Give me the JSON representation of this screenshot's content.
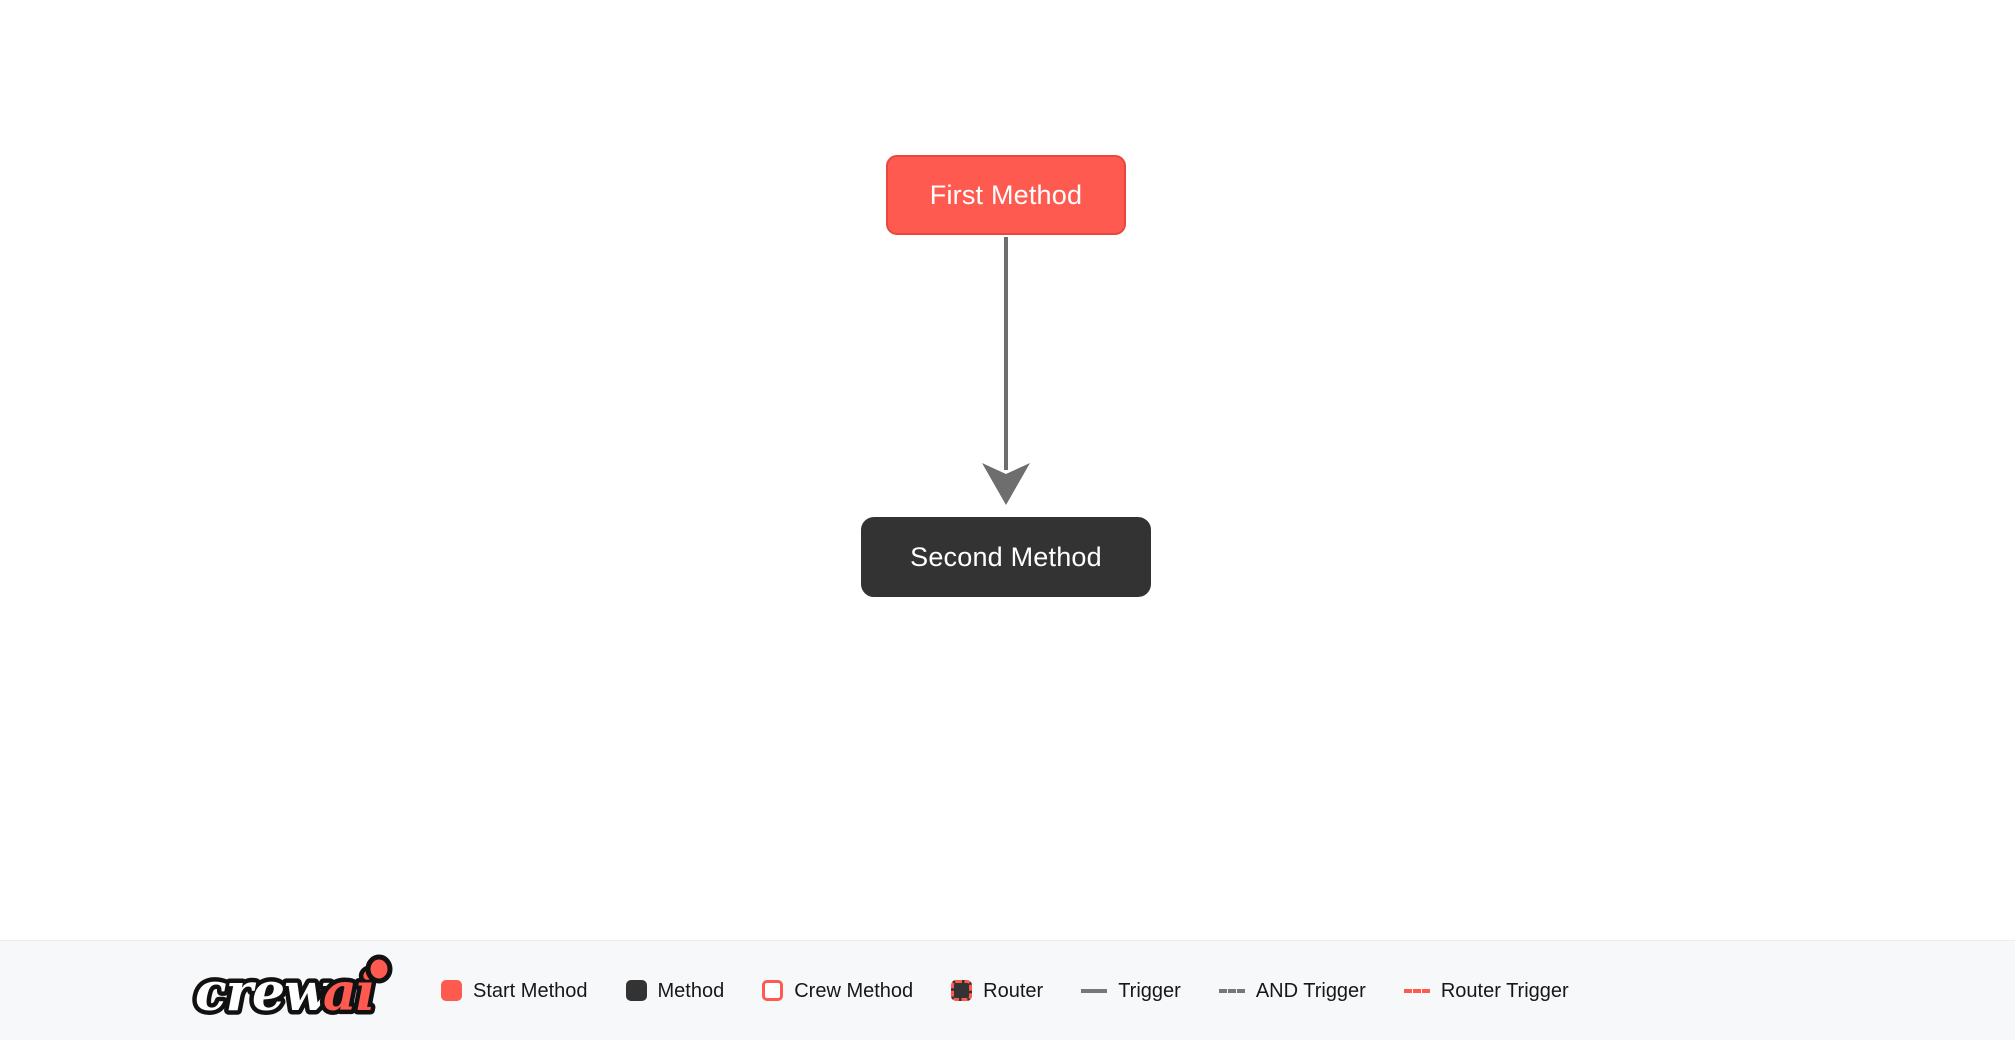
{
  "canvas": {
    "background": "#FFFFFF",
    "nodes": [
      {
        "id": "first-method",
        "label": "First Method",
        "type": "start-method",
        "fill": "#FF5A50",
        "text_color": "#FFFFFF"
      },
      {
        "id": "second-method",
        "label": "Second Method",
        "type": "method",
        "fill": "#333333",
        "text_color": "#FFFFFF"
      }
    ],
    "edges": [
      {
        "from": "first-method",
        "to": "second-method",
        "type": "trigger",
        "style": "solid",
        "color": "#6E6E6E",
        "arrowhead": true
      }
    ]
  },
  "legend": {
    "background": "#F7F8FA",
    "brand": {
      "text_primary": "crew",
      "text_accent": "ai",
      "primary_color": "#FFFFFF",
      "accent_color": "#FF5A50",
      "outline_color": "#111111"
    },
    "items": [
      {
        "label": "Start Method",
        "marker": "swatch",
        "style": "filled",
        "color": "#FF5A50"
      },
      {
        "label": "Method",
        "marker": "swatch",
        "style": "filled",
        "color": "#333333"
      },
      {
        "label": "Crew Method",
        "marker": "swatch",
        "style": "outline",
        "color": "#FF5A50"
      },
      {
        "label": "Router",
        "marker": "swatch",
        "style": "dashed-outline",
        "color": "#FF5A50"
      },
      {
        "label": "Trigger",
        "marker": "line",
        "style": "solid",
        "color": "#777777"
      },
      {
        "label": "AND Trigger",
        "marker": "line",
        "style": "dashed",
        "color": "#777777"
      },
      {
        "label": "Router Trigger",
        "marker": "line",
        "style": "dashed",
        "color": "#FF5A50"
      }
    ]
  }
}
